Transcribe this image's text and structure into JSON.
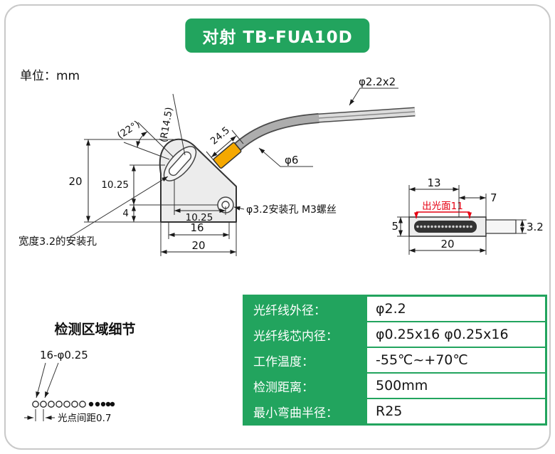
{
  "colors": {
    "green": "#22a45e",
    "yellow": "#f5a800",
    "red": "#e60012"
  },
  "header": {
    "badge": "对射 TB-FUA10D",
    "unit": "单位：mm"
  },
  "drawing": {
    "angle": "(22°)",
    "radius": "(R14.5)",
    "length24": "24.5",
    "cable_dia": "φ2.2x2",
    "sleeve_dia": "φ6",
    "height20": "20",
    "v1025": "10.25",
    "v4": "4",
    "h1025": "10.25",
    "w16": "16",
    "w20": "20",
    "hole_label": "φ3.2安装孔  M3螺丝",
    "slot_label": "宽度3.2的安装孔"
  },
  "side": {
    "d13": "13",
    "d7": "7",
    "emit": "出光面11",
    "d5": "5",
    "d32": "3.2",
    "d20": "20"
  },
  "detect": {
    "title": "检测区域细节",
    "spots": "16-φ0.25",
    "pitch": "光点间距0.7"
  },
  "table": {
    "rows": [
      {
        "label": "光纤线外径：",
        "value": "φ2.2"
      },
      {
        "label": "光纤线芯内径：",
        "value": "φ0.25x16  φ0.25x16"
      },
      {
        "label": "工作温度：",
        "value": "-55℃~+70℃"
      },
      {
        "label": "检测距离：",
        "value": "500mm"
      },
      {
        "label": "最小弯曲半径：",
        "value": "R25"
      }
    ]
  }
}
